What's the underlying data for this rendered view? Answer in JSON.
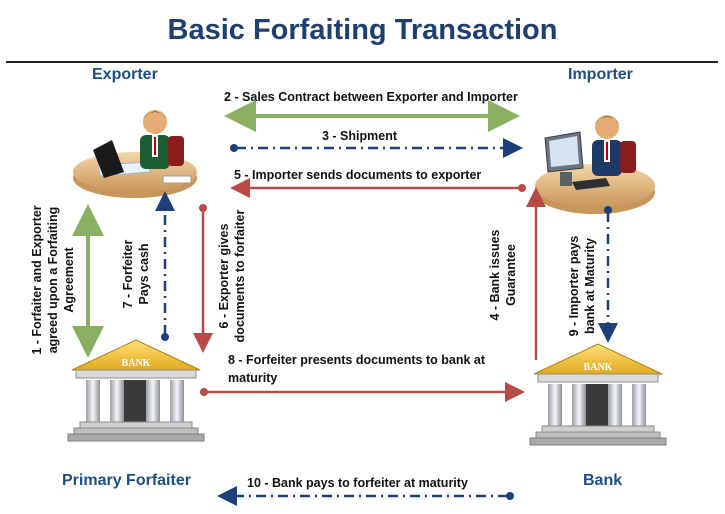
{
  "title": "Basic Forfaiting Transaction",
  "parties": {
    "exporter": "Exporter",
    "importer": "Importer",
    "primary_forfaiter": "Primary Forfaiter",
    "bank": "Bank"
  },
  "bank_sign": "BANK",
  "steps": {
    "s1_line1": "1 - Forfaiter and Exporter",
    "s1_line2": "agreed upon a Forfaiting",
    "s1_line3": "Agreement",
    "s2": "2 - Sales Contract between Exporter and Importer",
    "s3": "3 - Shipment",
    "s4_line1": "4 - Bank issues",
    "s4_line2": "Guarantee",
    "s5": "5 - Importer sends documents to exporter",
    "s6_line1": "6 - Exporter gives",
    "s6_line2": "documents to forfaiter",
    "s7_line1": "7 - Forfeiter",
    "s7_line2": "Pays cash",
    "s8_line1": "8 - Forfeiter presents documents to bank at",
    "s8_line2": "maturity",
    "s9_line1": "9 - Importer pays",
    "s9_line2": "bank at Maturity",
    "s10": "10 - Bank pays to forfeiter at maturity"
  },
  "colors": {
    "title": "#1f3f6e",
    "party": "#1f4e86",
    "green_arrow": "#8ab062",
    "red_arrow": "#b94a4a",
    "blue_dashed": "#1f3f7a",
    "bank_roof": "#f2c230"
  }
}
